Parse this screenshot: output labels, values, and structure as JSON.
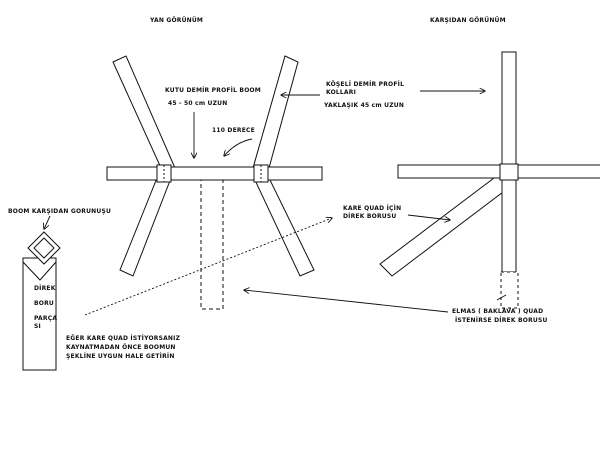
{
  "titles": {
    "side_view": "YAN GÖRÜNÜM",
    "front_view": "KARŞIDAN GÖRÜNÜM"
  },
  "labels": {
    "boom_line1": "KUTU DEMİR PROFİL BOOM",
    "boom_line2": "45 - 50 cm UZUN",
    "angle": "110 DERECE",
    "arms_line1": "KÖŞELİ DEMİR PROFİL",
    "arms_line2": "KOLLARI",
    "arms_line3": "YAKLAŞIK 45 cm UZUN",
    "square_quad_line1": "KARE QUAD İÇİN",
    "square_quad_line2": "DİREK BORUSU",
    "boom_front_view": "BOOM KARŞIDAN GORUNUŞU",
    "pipe_line1": "DİREK",
    "pipe_line2": "BORU",
    "pipe_line3": "PARÇA",
    "pipe_line4": "SI",
    "note_line1": "EĞER KARE QUAD İSTİYORSANIZ",
    "note_line2": "KAYNATMADAN ÖNCE BOOMUN",
    "note_line3": "ŞEKLİNE UYGUN HALE GETİRİN",
    "diamond_line1": "ELMAS ( BAKLAVA ) QUAD",
    "diamond_line2": "İSTENİRSE DİREK BORUSU"
  }
}
